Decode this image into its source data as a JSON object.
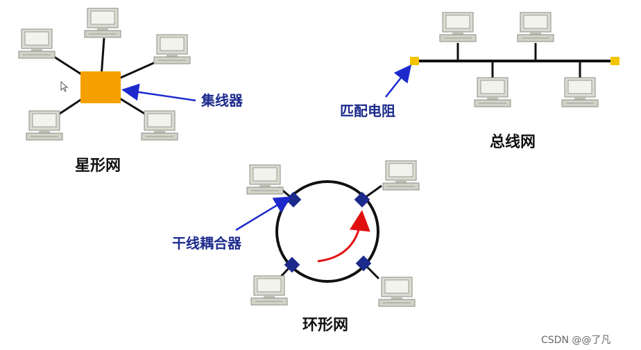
{
  "star": {
    "caption": "星形网",
    "hub_label": "集线器",
    "hub_color": "#f5a000"
  },
  "bus": {
    "caption": "总线网",
    "terminator_label": "匹配电阻",
    "terminator_color": "#f5c400"
  },
  "ring": {
    "caption": "环形网",
    "coupler_label": "干线耦合器",
    "coupler_color": "#1c2a8c",
    "flow_arrow_color": "#e01010"
  },
  "label_color": "#1c2a8c",
  "pointer_color": "#1c2acc",
  "watermark": "CSDN @@了凡"
}
